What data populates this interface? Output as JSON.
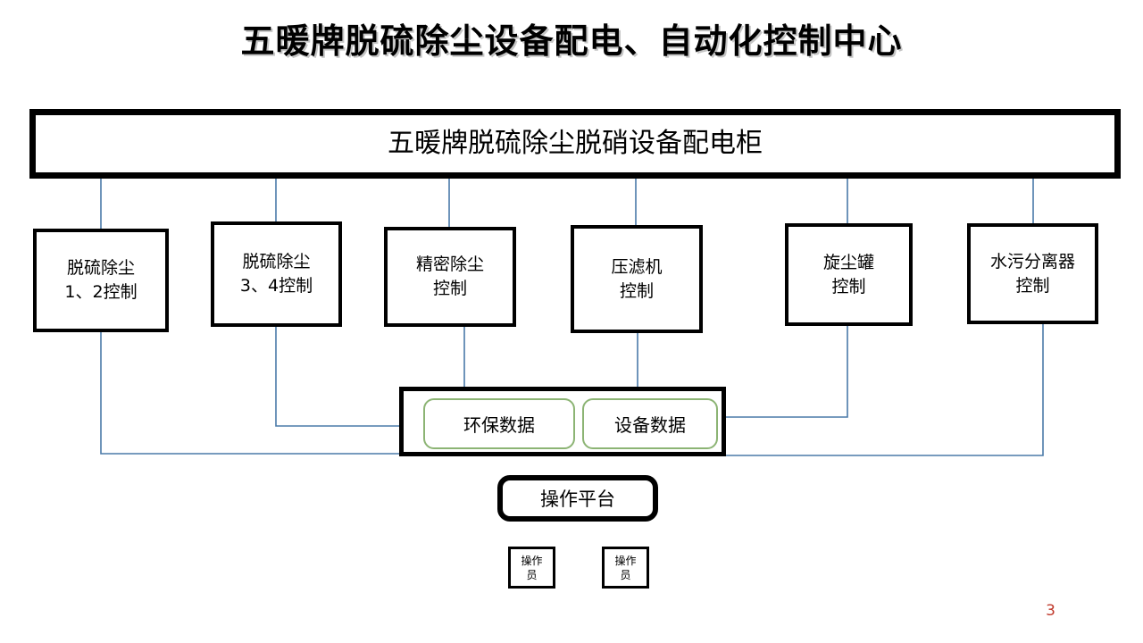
{
  "slide": {
    "title": "五暖牌脱硫除尘设备配电、自动化控制中心",
    "page_number": "3",
    "page_number_color": "#c0392b",
    "background_color": "#ffffff",
    "connector_color": "#4a7aa8",
    "chip_border_color": "#8cb474"
  },
  "header": {
    "label": "五暖牌脱硫除尘脱硝设备配电柜"
  },
  "controls": [
    {
      "id": "desulf-dust-1-2",
      "label": "脱硫除尘\n1、2控制"
    },
    {
      "id": "desulf-dust-3-4",
      "label": "脱硫除尘\n3、4控制"
    },
    {
      "id": "precision-dust",
      "label": "精密除尘\n控制"
    },
    {
      "id": "filter-press",
      "label": "压滤机\n控制"
    },
    {
      "id": "cyclone-tank",
      "label": "旋尘罐\n控制"
    },
    {
      "id": "water-separator",
      "label": "水污分离器\n控制"
    }
  ],
  "data_group": {
    "chips": [
      {
        "id": "environmental-data",
        "label": "环保数据"
      },
      {
        "id": "equipment-data",
        "label": "设备数据"
      }
    ]
  },
  "platform": {
    "label": "操作平台"
  },
  "operators": [
    {
      "id": "operator-1",
      "label": "操作\n员"
    },
    {
      "id": "operator-2",
      "label": "操作\n员"
    }
  ]
}
